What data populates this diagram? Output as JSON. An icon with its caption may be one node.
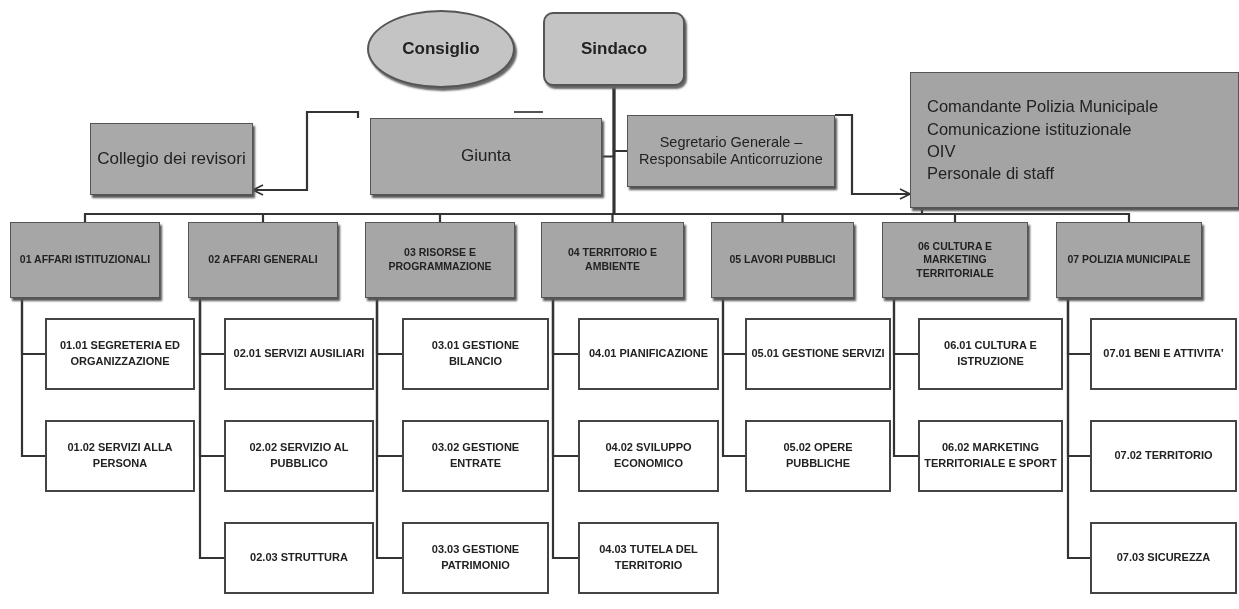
{
  "diagram": {
    "nodes": [
      {
        "text": [
          "Consiglio"
        ]
      },
      {
        "text": [
          "Sindaco"
        ]
      },
      {
        "text": [
          "Collegio dei revisori"
        ]
      },
      {
        "text": [
          "Giunta"
        ]
      },
      {
        "text": [
          "Segretario Generale – Responsabile Anticorruzione"
        ]
      },
      {
        "text": [
          "Comandante Polizia Municipale",
          "Comunicazione istituzionale",
          "OIV",
          "Personale di staff"
        ]
      },
      {
        "text": [
          "01 AFFARI ISTITUZIONALI"
        ]
      },
      {
        "text": [
          "02 AFFARI GENERALI"
        ]
      },
      {
        "text": [
          "03 RISORSE E PROGRAMMAZIONE"
        ]
      },
      {
        "text": [
          "04 TERRITORIO E AMBIENTE"
        ]
      },
      {
        "text": [
          "05 LAVORI PUBBLICI"
        ]
      },
      {
        "text": [
          "06 CULTURA E MARKETING TERRITORIALE"
        ]
      },
      {
        "text": [
          "07 POLIZIA MUNICIPALE"
        ]
      },
      {
        "text": [
          "01.01 SEGRETERIA ED ORGANIZZAZIONE"
        ]
      },
      {
        "text": [
          "01.02 SERVIZI ALLA PERSONA"
        ]
      },
      {
        "text": [
          "02.01 SERVIZI AUSILIARI"
        ]
      },
      {
        "text": [
          "02.02 SERVIZIO AL PUBBLICO"
        ]
      },
      {
        "text": [
          "02.03 STRUTTURA"
        ]
      },
      {
        "text": [
          "03.01 GESTIONE BILANCIO"
        ]
      },
      {
        "text": [
          "03.02 GESTIONE ENTRATE"
        ]
      },
      {
        "text": [
          "03.03 GESTIONE PATRIMONIO"
        ]
      },
      {
        "text": [
          "04.01 PIANIFICAZIONE"
        ]
      },
      {
        "text": [
          "04.02 SVILUPPO ECONOMICO"
        ]
      },
      {
        "text": [
          "04.03 TUTELA DEL TERRITORIO"
        ]
      },
      {
        "text": [
          "05.01 GESTIONE SERVIZI"
        ]
      },
      {
        "text": [
          "05.02 OPERE PUBBLICHE"
        ]
      },
      {
        "text": [
          "06.01 CULTURA E ISTRUZIONE"
        ]
      },
      {
        "text": [
          "06.02 MARKETING TERRITORIALE E SPORT"
        ]
      },
      {
        "text": [
          "07.01 BENI E ATTIVITA'"
        ]
      },
      {
        "text": [
          "07.02 TERRITORIO"
        ]
      },
      {
        "text": [
          "07.03 SICUREZZA"
        ]
      }
    ],
    "edges": [
      {
        "from": 3,
        "to": 2,
        "arrow": "to"
      },
      {
        "from": 1,
        "to": 3,
        "arrow": "none"
      },
      {
        "from": 1,
        "to": 4,
        "arrow": "none"
      },
      {
        "from": 4,
        "to": 5,
        "arrow": "to"
      },
      {
        "from": 1,
        "to": 6,
        "arrow": "none"
      },
      {
        "from": 1,
        "to": 7,
        "arrow": "none"
      },
      {
        "from": 1,
        "to": 8,
        "arrow": "none"
      },
      {
        "from": 1,
        "to": 9,
        "arrow": "none"
      },
      {
        "from": 1,
        "to": 10,
        "arrow": "none"
      },
      {
        "from": 1,
        "to": 11,
        "arrow": "none"
      },
      {
        "from": 1,
        "to": 12,
        "arrow": "none"
      },
      {
        "from": 1,
        "to": 5,
        "arrow": "none"
      },
      {
        "from": 6,
        "to": 13,
        "arrow": "none"
      },
      {
        "from": 6,
        "to": 14,
        "arrow": "none"
      },
      {
        "from": 7,
        "to": 15,
        "arrow": "none"
      },
      {
        "from": 7,
        "to": 16,
        "arrow": "none"
      },
      {
        "from": 7,
        "to": 17,
        "arrow": "none"
      },
      {
        "from": 8,
        "to": 18,
        "arrow": "none"
      },
      {
        "from": 8,
        "to": 19,
        "arrow": "none"
      },
      {
        "from": 8,
        "to": 20,
        "arrow": "none"
      },
      {
        "from": 9,
        "to": 21,
        "arrow": "none"
      },
      {
        "from": 9,
        "to": 22,
        "arrow": "none"
      },
      {
        "from": 9,
        "to": 23,
        "arrow": "none"
      },
      {
        "from": 10,
        "to": 24,
        "arrow": "none"
      },
      {
        "from": 10,
        "to": 25,
        "arrow": "none"
      },
      {
        "from": 11,
        "to": 26,
        "arrow": "none"
      },
      {
        "from": 11,
        "to": 27,
        "arrow": "none"
      },
      {
        "from": 12,
        "to": 28,
        "arrow": "none"
      },
      {
        "from": 12,
        "to": 29,
        "arrow": "none"
      },
      {
        "from": 12,
        "to": 30,
        "arrow": "none"
      }
    ]
  }
}
